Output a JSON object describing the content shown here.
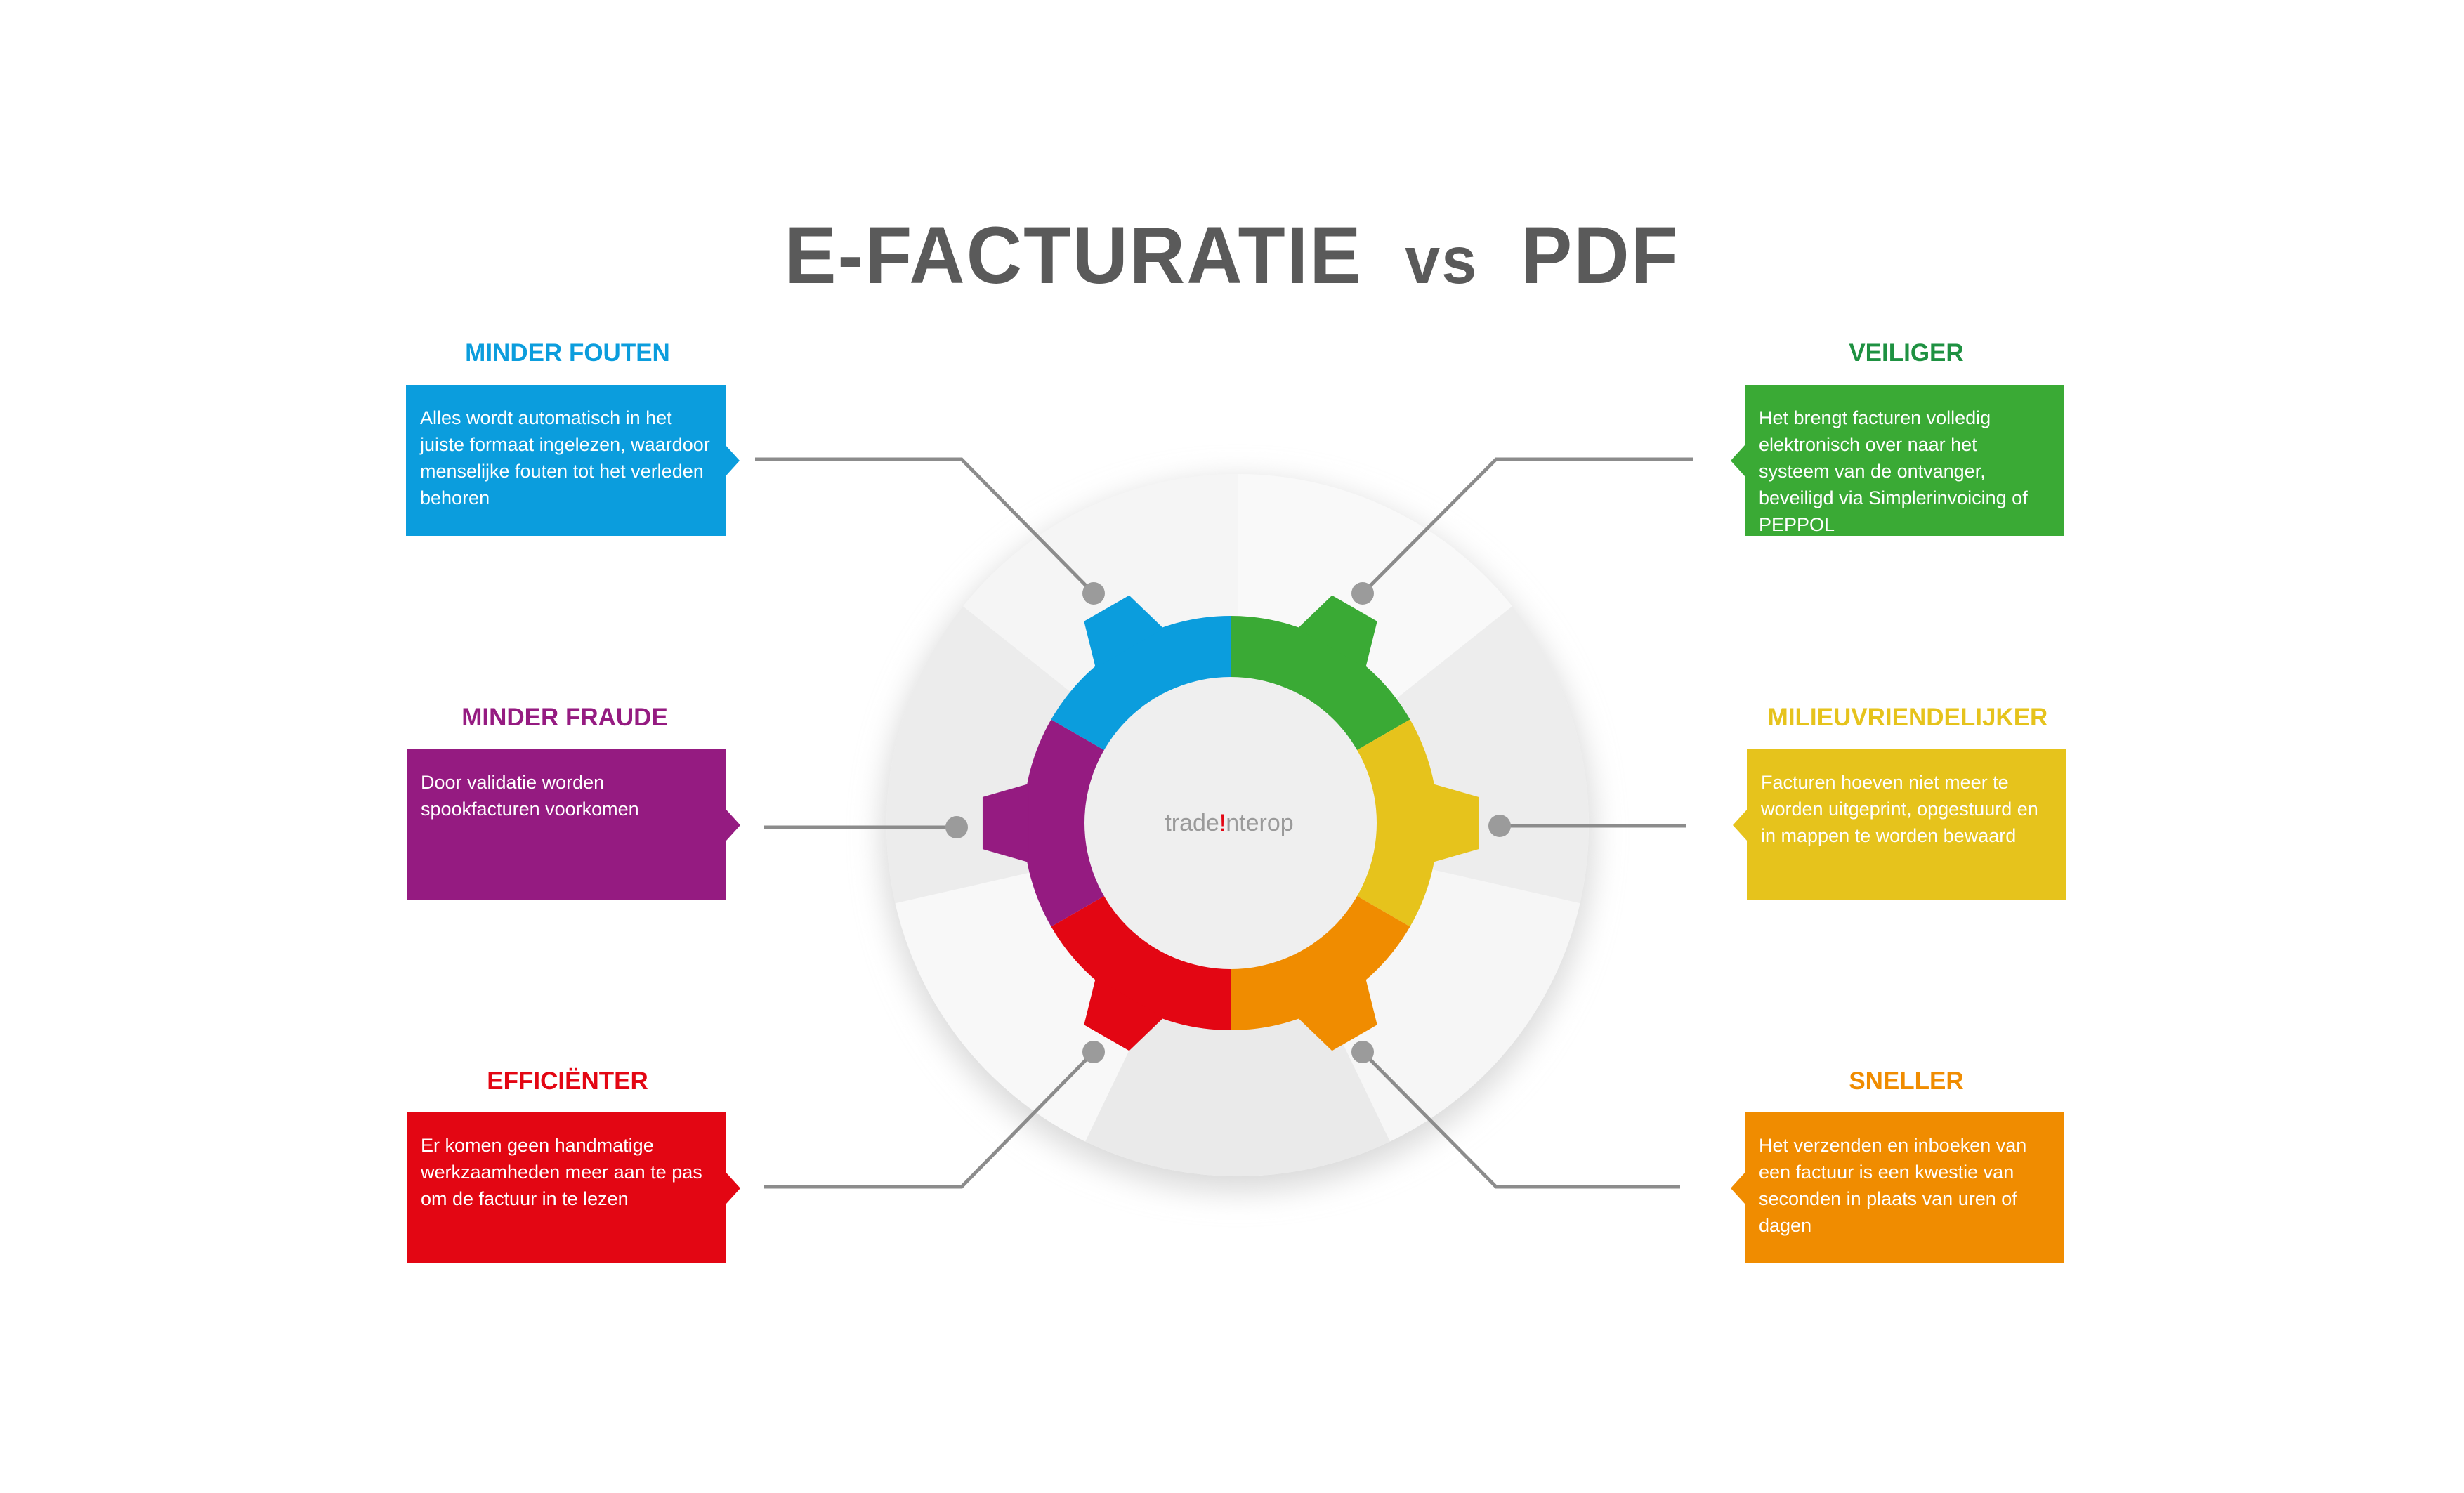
{
  "title": {
    "main": "E-FACTURATIE",
    "vs": "vs",
    "right": "PDF"
  },
  "logo": {
    "pre": "trade",
    "mark": "!",
    "post": "nterop"
  },
  "items": [
    {
      "id": "minder-fouten",
      "heading": "MINDER FOUTEN",
      "color": "#0b9ddd",
      "text": "Alles wordt automatisch in het juiste formaat ingelezen, waardoor menselijke fouten tot het verleden behoren"
    },
    {
      "id": "veiliger",
      "heading": "VEILIGER",
      "color": "#3aaa35",
      "text": "Het brengt facturen volledig elektronisch over naar het systeem van de ontvanger, beveiligd via Simplerinvoicing of PEPPOL"
    },
    {
      "id": "minder-fraude",
      "heading": "MINDER FRAUDE",
      "color": "#951b81",
      "text": "Door validatie worden spookfacturen voorkomen"
    },
    {
      "id": "milieuvriendelijker",
      "heading": "MILIEUVRIENDELIJKER",
      "color": "#e6c31c",
      "text": "Facturen hoeven niet meer te worden uitgeprint, opgestuurd en in mappen te worden bewaard"
    },
    {
      "id": "efficienter",
      "heading": "EFFICIËNTER",
      "color": "#e30613",
      "text": "Er komen geen handmatige werkzaamheden meer aan te pas om de factuur in te lezen"
    },
    {
      "id": "sneller",
      "heading": "SNELLER",
      "color": "#f08c00",
      "text": "Het verzenden en inboeken van een factuur is een kwestie van seconden in plaats van uren of dagen"
    }
  ],
  "colors": {
    "title": "#5a5a5a",
    "connector": "#8c8c8c",
    "logo_text": "#9a9a9a",
    "logo_mark": "#e30613"
  }
}
